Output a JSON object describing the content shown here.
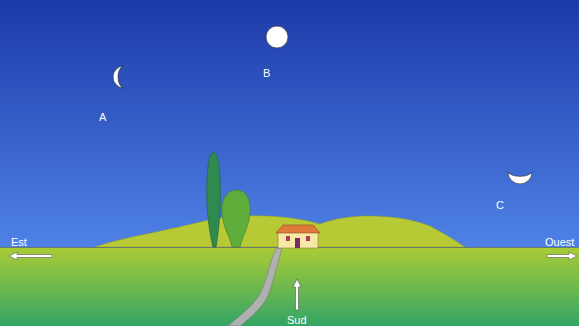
{
  "diagram": {
    "labels": [
      "A",
      "B",
      "C",
      "Est",
      "Ouest",
      "Sud"
    ]
  }
}
